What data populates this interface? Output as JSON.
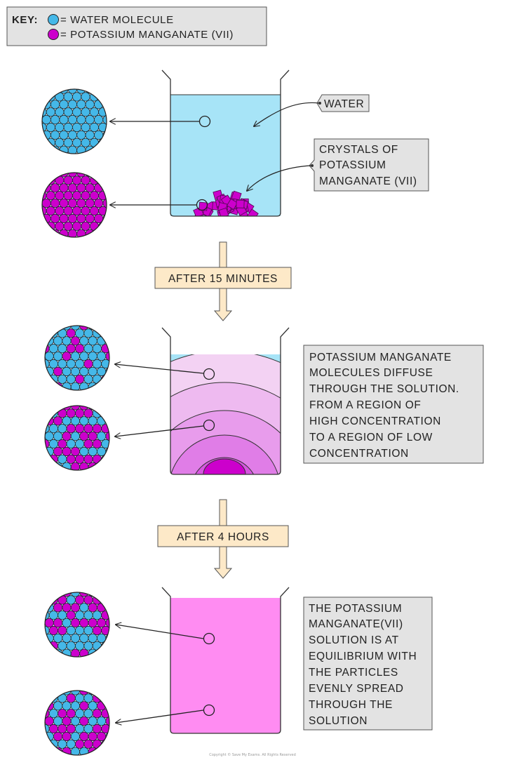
{
  "key": {
    "title": "KEY:",
    "water": "= WATER  MOLECULE",
    "potassium": "= POTASSIUM  MANGANATE (VII)"
  },
  "stage1": {
    "water_label": "WATER",
    "crystals_label": [
      "CRYSTALS OF",
      "POTASSIUM",
      "MANGANATE (VII)"
    ]
  },
  "transition1": "AFTER  15  MINUTES",
  "stage2": {
    "description": [
      "POTASSIUM  MANGANATE",
      "MOLECULES  DIFFUSE",
      "THROUGH  THE  SOLUTION.",
      "FROM  A  REGION  OF",
      "HIGH  CONCENTRATION",
      "TO  A  REGION  OF  LOW",
      "CONCENTRATION"
    ]
  },
  "transition2": "AFTER  4  HOURS",
  "stage3": {
    "description": [
      "THE POTASSIUM",
      "MANGANATE(VII)",
      "SOLUTION  IS  AT",
      "EQUILIBRIUM  WITH",
      "THE  PARTICLES",
      "EVENLY  SPREAD",
      "THROUGH  THE",
      "SOLUTION"
    ]
  },
  "copyright": "Copyright © Save My Exams. All Rights Reserved",
  "colors": {
    "water": "#45b8e8",
    "potassium": "#cc00cc",
    "water_fill": "#a7e4f7",
    "solution_final": "#ff8cf2",
    "label_box": "#e3e3e3",
    "arrow_box": "#fde9c8"
  }
}
